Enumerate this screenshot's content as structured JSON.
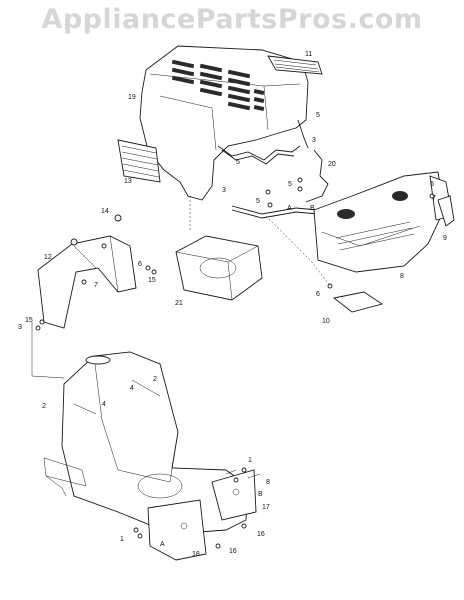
{
  "watermark": {
    "text": "AppliancePartsPros.com"
  },
  "callouts": [
    {
      "id": "c11",
      "text": "11"
    },
    {
      "id": "c19",
      "text": "19"
    },
    {
      "id": "c5a",
      "text": "5"
    },
    {
      "id": "c3a",
      "text": "3"
    },
    {
      "id": "c5b",
      "text": "5"
    },
    {
      "id": "c20",
      "text": "20"
    },
    {
      "id": "c13",
      "text": "13"
    },
    {
      "id": "c3b",
      "text": "3"
    },
    {
      "id": "c5c",
      "text": "5"
    },
    {
      "id": "c5d",
      "text": "5"
    },
    {
      "id": "cA1",
      "text": "A"
    },
    {
      "id": "cB1",
      "text": "B"
    },
    {
      "id": "c6a",
      "text": "6"
    },
    {
      "id": "c7a",
      "text": "7"
    },
    {
      "id": "c9",
      "text": "9"
    },
    {
      "id": "c14",
      "text": "14"
    },
    {
      "id": "c12",
      "text": "12"
    },
    {
      "id": "c6b",
      "text": "6"
    },
    {
      "id": "c15a",
      "text": "15"
    },
    {
      "id": "c7b",
      "text": "7"
    },
    {
      "id": "c21",
      "text": "21"
    },
    {
      "id": "c8a",
      "text": "8"
    },
    {
      "id": "c6c",
      "text": "6"
    },
    {
      "id": "c10",
      "text": "10"
    },
    {
      "id": "c15b",
      "text": "15"
    },
    {
      "id": "c3c",
      "text": "3"
    },
    {
      "id": "c2a",
      "text": "2"
    },
    {
      "id": "c4a",
      "text": "4"
    },
    {
      "id": "c2b",
      "text": "2"
    },
    {
      "id": "c4b",
      "text": "4"
    },
    {
      "id": "c1a",
      "text": "1"
    },
    {
      "id": "c8b",
      "text": "8"
    },
    {
      "id": "cB2",
      "text": "B"
    },
    {
      "id": "c17",
      "text": "17"
    },
    {
      "id": "c16a",
      "text": "16"
    },
    {
      "id": "c1b",
      "text": "1"
    },
    {
      "id": "cA2",
      "text": "A"
    },
    {
      "id": "c18",
      "text": "18"
    },
    {
      "id": "c16b",
      "text": "16"
    }
  ]
}
